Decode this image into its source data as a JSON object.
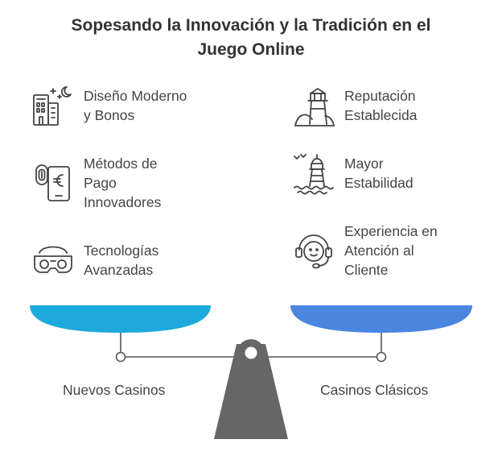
{
  "title": {
    "line1": "Sopesando la Innovación y la Tradición en el",
    "line2": "Juego Online"
  },
  "left": {
    "label": "Nuevos Casinos",
    "color": "#1DA9DB",
    "items": [
      {
        "icon": "modern-design-icon",
        "lines": [
          "Diseño Moderno",
          "y Bonos"
        ]
      },
      {
        "icon": "payment-methods-icon",
        "lines": [
          "Métodos de",
          "Pago",
          "Innovadores"
        ]
      },
      {
        "icon": "vr-headset-icon",
        "lines": [
          "Tecnologías",
          "Avanzadas"
        ]
      }
    ]
  },
  "right": {
    "label": "Casinos Clásicos",
    "color": "#4A86E0",
    "items": [
      {
        "icon": "lighthouse-hill-icon",
        "lines": [
          "Reputación",
          "Establecida"
        ]
      },
      {
        "icon": "lighthouse-waves-icon",
        "lines": [
          "Mayor",
          "Estabilidad"
        ]
      },
      {
        "icon": "customer-support-icon",
        "lines": [
          "Experiencia en",
          "Atención al",
          "Cliente"
        ]
      }
    ]
  },
  "colors": {
    "beam": "#555555",
    "stand": "#666666",
    "text": "#444444",
    "icon_stroke": "#444444"
  }
}
